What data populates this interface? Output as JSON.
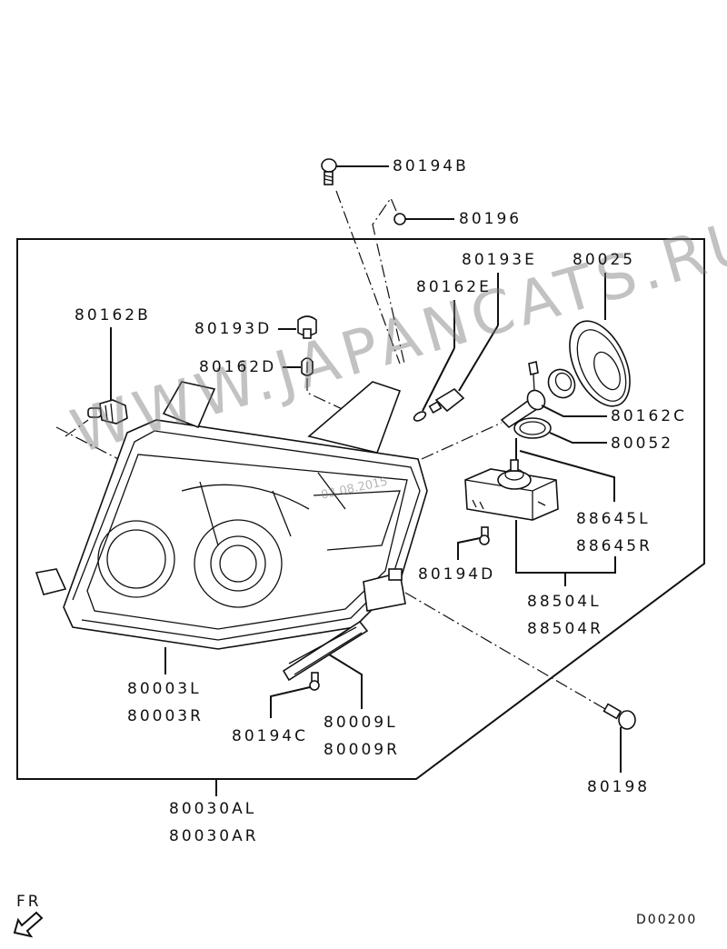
{
  "diagram": {
    "type": "exploded-parts-diagram",
    "subject": "Headlamp assembly",
    "watermark": "WWW.JAPANCATS.RU",
    "date_watermark": "03.08.2015",
    "direction_marker": "FR",
    "diagram_code": "D00200",
    "part_labels": {
      "p80194B": "80194B",
      "p80196": "80196",
      "p80193E": "80193E",
      "p80025": "80025",
      "p80162E": "80162E",
      "p80162B": "80162B",
      "p80193D": "80193D",
      "p80162D": "80162D",
      "p80162C": "80162C",
      "p80052": "80052",
      "p88645L": "88645L",
      "p88645R": "88645R",
      "p80194D": "80194D",
      "p88504L": "88504L",
      "p88504R": "88504R",
      "p80003L": "80003L",
      "p80003R": "80003R",
      "p80194C": "80194C",
      "p80009L": "80009L",
      "p80009R": "80009R",
      "p80198": "80198",
      "p80030AL": "80030AL",
      "p80030AR": "80030AR"
    }
  }
}
